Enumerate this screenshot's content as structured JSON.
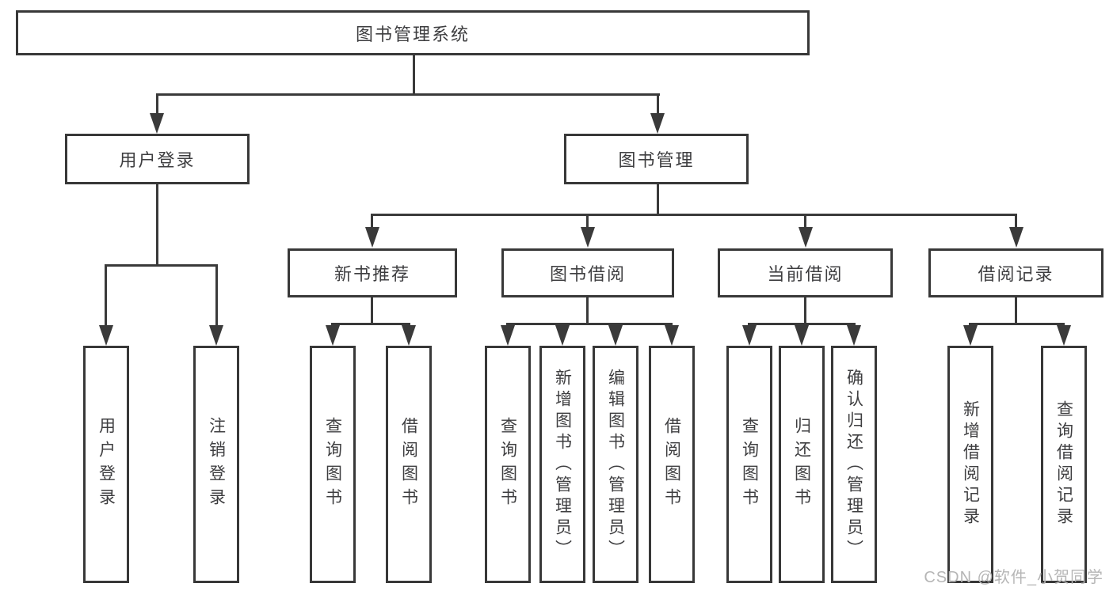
{
  "diagram_type": "hierarchy-tree",
  "tree": {
    "label": "图书管理系统",
    "children": [
      {
        "label": "用户登录",
        "children": [
          {
            "label": "用户登录"
          },
          {
            "label": "注销登录"
          }
        ]
      },
      {
        "label": "图书管理",
        "children": [
          {
            "label": "新书推荐",
            "children": [
              {
                "label": "查询图书"
              },
              {
                "label": "借阅图书"
              }
            ]
          },
          {
            "label": "图书借阅",
            "children": [
              {
                "label": "查询图书"
              },
              {
                "label": "新增图书（管理员）"
              },
              {
                "label": "编辑图书（管理员）"
              },
              {
                "label": "借阅图书"
              }
            ]
          },
          {
            "label": "当前借阅",
            "children": [
              {
                "label": "查询图书"
              },
              {
                "label": "归还图书"
              },
              {
                "label": "确认归还（管理员）"
              }
            ]
          },
          {
            "label": "借阅记录",
            "children": [
              {
                "label": "新增借阅记录"
              },
              {
                "label": "查询借阅记录"
              }
            ]
          }
        ]
      }
    ]
  },
  "colors": {
    "line": "#3a3a3a",
    "text": "#3e3e40",
    "watermark": "#b6b6b6",
    "background": "#ffffff"
  },
  "watermark": {
    "text": "CSDN @软件_小贺同学"
  }
}
